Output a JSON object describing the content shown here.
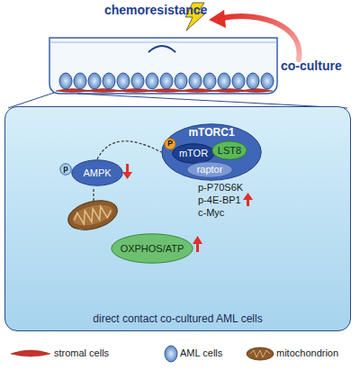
{
  "diagram": {
    "nodes": [
      {
        "text": [
          "direct contact co-cultured AML cells"
        ]
      },
      {
        "text": [
          "mTORC1"
        ],
        "in": 0
      },
      {
        "text": [
          "P"
        ],
        "in": 1
      },
      {
        "text": [
          "mTOR"
        ],
        "in": 1
      },
      {
        "text": [
          "LST8"
        ],
        "in": 1
      },
      {
        "text": [
          "raptor"
        ],
        "in": 1
      },
      {
        "text": [
          "p"
        ],
        "in": 0
      },
      {
        "text": [
          "AMPK"
        ],
        "in": 0
      },
      {
        "text": [
          "OXPHOS/ATP"
        ],
        "in": 0
      }
    ],
    "edges": [
      {
        "from": 7,
        "to": 1,
        "arrow": "none"
      }
    ],
    "labels": [
      "chemoresistance",
      "co-culture",
      "p-P70S6K",
      "p-4E-BP1",
      "c-Myc"
    ],
    "legend": [
      {
        "text": "stromal cells"
      },
      {
        "text": "AML cells"
      },
      {
        "text": "mitochondrion"
      }
    ]
  }
}
